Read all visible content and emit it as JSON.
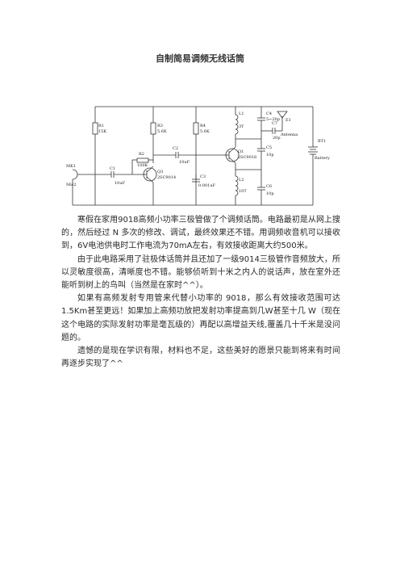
{
  "document": {
    "title": "自制简易调频无线话筒",
    "paragraphs": [
      "寒假在家用9018高频小功率三极管做了个调频话筒。电路最初是从网上搜的，然后经过 N 多次的修改、调试，最终效果还不错。用调频收音机可以接收到，6V电池供电时工作电流为70mA左右，有效接收距离大约500米。",
      "由于此电路采用了驻极体话筒并且还加了一级9014三极管作音频放大，所以灵敏度很高，清晰度也不错。能够侦听到十米之内人的说话声，放在室外还能听到树上的鸟叫（当然是在家时^^）。",
      "如果有高频发射专用管来代替小功率的 9018，那么有效接收范围可达1.5Km甚至更远！如果加上高频功放把发射功率提高到几W甚至十几 W（现在这个电路的实际发射功率是毫瓦级的）再配以高增益天线,覆盖几十千米是没问题的。",
      "遗憾的是现在学识有限，材料也不足，这些美好的愿景只能到将来有时间再逐步实现了^^"
    ]
  },
  "schematic": {
    "labels": {
      "r1": "R1",
      "r1v": "15K",
      "r2": "R2",
      "r2v": "100K",
      "r3": "R3",
      "r3v": "5.6K",
      "r4": "R4",
      "r4v": "5.6K",
      "c1": "C1",
      "c1v": "10uF",
      "c2": "C2",
      "c2v": "10uF",
      "c3": "C3",
      "c3v": "0.001uF",
      "c4": "C4",
      "c4v": "5~20p",
      "c5": "C5",
      "c5v": "10p",
      "c6": "C6",
      "c6v": "10p",
      "c7": "C7",
      "c7v": "20p",
      "l1": "L1",
      "l1v": "3T",
      "l2": "L2",
      "l2v": "10T",
      "q1": "Q1",
      "q1v": "2SC9018",
      "q3": "Q3",
      "q3v": "2SC9014",
      "mk1": "MK1",
      "mk1v": "Mic2",
      "e1": "E1",
      "e1v": "Antenna",
      "bt1": "BT1",
      "bt1v": "Battery"
    }
  }
}
